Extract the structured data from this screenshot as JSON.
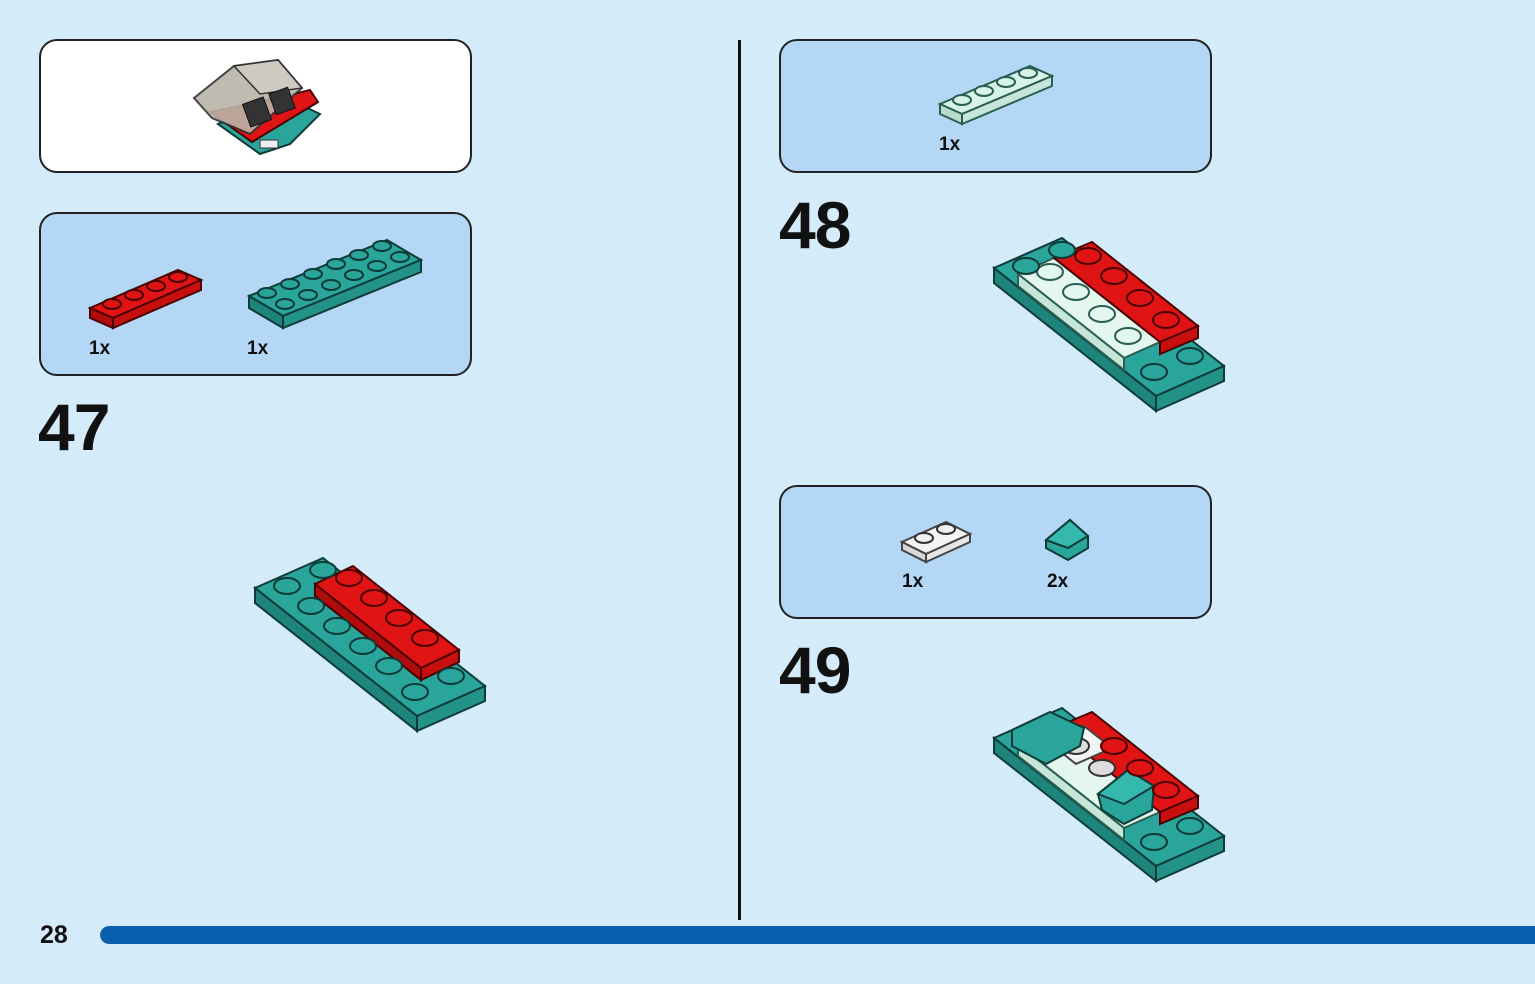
{
  "page": {
    "number": "28",
    "progress_fraction": 1.0
  },
  "colors": {
    "background": "#d4ebfa",
    "parts_box": "#b3d7f4",
    "teal": "#2aa59b",
    "red": "#e01414",
    "light_aqua": "#d7f2e6",
    "white_part": "#f4f4f4",
    "progress_bar": "#0a5fae"
  },
  "submodel_callout": {
    "icon": "submodel-preview-icon"
  },
  "steps": [
    {
      "number": "47",
      "parts": [
        {
          "qty": "1x",
          "icon": "red-plate-1x4-icon"
        },
        {
          "qty": "1x",
          "icon": "teal-plate-2x6-icon"
        }
      ],
      "assembly_icon": "step-47-assembly-icon"
    },
    {
      "number": "48",
      "parts": [
        {
          "qty": "1x",
          "icon": "aqua-plate-1x4-icon"
        }
      ],
      "assembly_icon": "step-48-assembly-icon"
    },
    {
      "number": "49",
      "parts": [
        {
          "qty": "1x",
          "icon": "white-plate-1x2-icon"
        },
        {
          "qty": "2x",
          "icon": "teal-slope-icon"
        }
      ],
      "assembly_icon": "step-49-assembly-icon"
    }
  ]
}
